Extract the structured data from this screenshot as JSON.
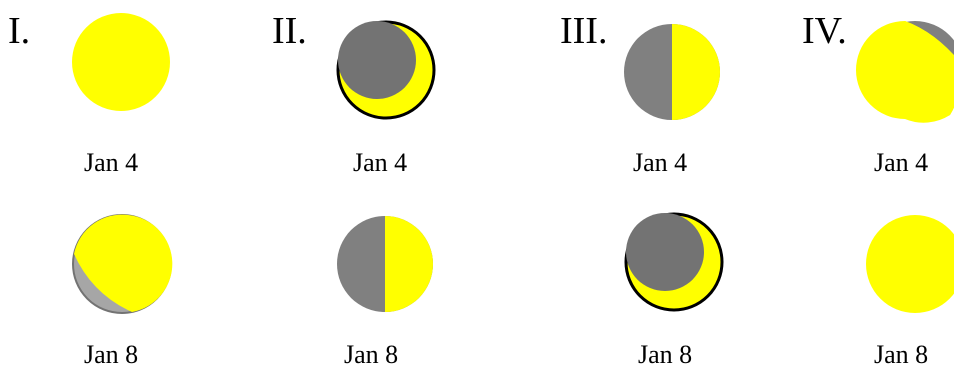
{
  "options": [
    {
      "label": "I.",
      "date1": "Jan 4",
      "date2": "Jan 8",
      "moon1": "full-moon",
      "moon2": "waning-gibbous"
    },
    {
      "label": "II.",
      "date1": "Jan 4",
      "date2": "Jan 8",
      "moon1": "crescent",
      "moon2": "half-moon"
    },
    {
      "label": "III.",
      "date1": "Jan 4",
      "date2": "Jan 8",
      "moon1": "half-moon",
      "moon2": "crescent"
    },
    {
      "label": "IV.",
      "date1": "Jan 4",
      "date2": "Jan 8",
      "moon1": "gibbous",
      "moon2": "full-moon"
    }
  ],
  "colors": {
    "lit": "#ffff00",
    "dark": "#737373",
    "shadow": "#a6a6a6",
    "outline": "#000000"
  }
}
